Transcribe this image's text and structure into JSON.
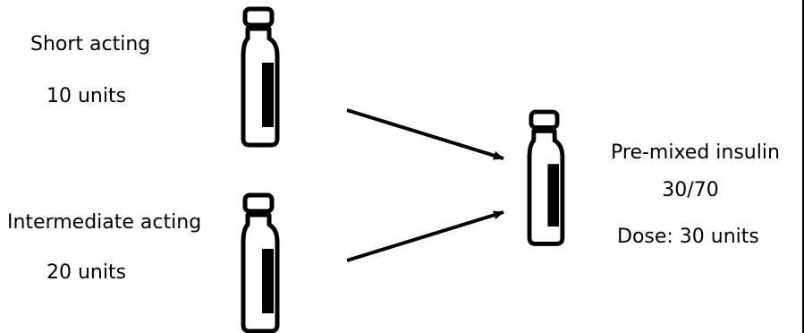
{
  "inputs": [
    {
      "name": "Short acting",
      "dose": "10 units"
    },
    {
      "name": "Intermediate acting",
      "dose": "20 units"
    }
  ],
  "output": {
    "name": "Pre-mixed insulin",
    "ratio": "30/70",
    "dose": "Dose: 30 units"
  },
  "icons": {
    "vial": "medicine-vial-icon",
    "arrow": "arrow-right-icon"
  },
  "colors": {
    "ink": "#000000",
    "background": "#ffffff"
  }
}
